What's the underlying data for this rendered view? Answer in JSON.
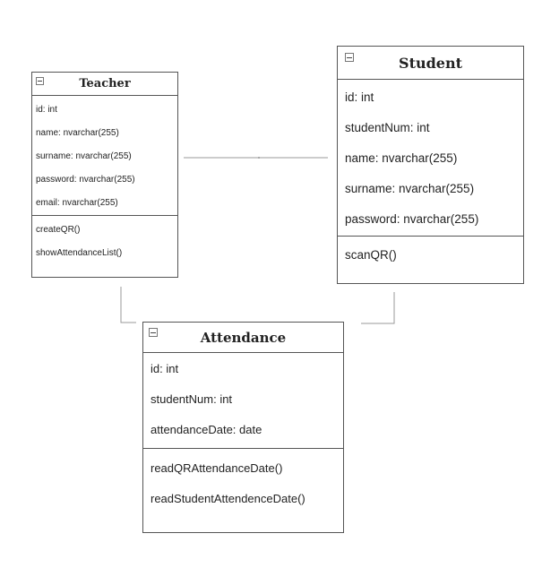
{
  "diagram": {
    "classes": {
      "teacher": {
        "name": "Teacher",
        "attributes": [
          "id: int",
          "name: nvarchar(255)",
          "surname: nvarchar(255)",
          "password: nvarchar(255)",
          "email: nvarchar(255)"
        ],
        "operations": [
          "createQR()",
          "showAttendanceList()"
        ]
      },
      "student": {
        "name": "Student",
        "attributes": [
          "id: int",
          "studentNum: int",
          "name: nvarchar(255)",
          "surname: nvarchar(255)",
          "password: nvarchar(255)"
        ],
        "operations": [
          "scanQR()"
        ]
      },
      "attendance": {
        "name": "Attendance",
        "attributes": [
          "id: int",
          "studentNum: int",
          "attendanceDate: date"
        ],
        "operations": [
          "readQRAttendanceDate()",
          "readStudentAttendenceDate()"
        ]
      }
    },
    "colors": {
      "border": "#555555",
      "connector": "#999999"
    }
  }
}
